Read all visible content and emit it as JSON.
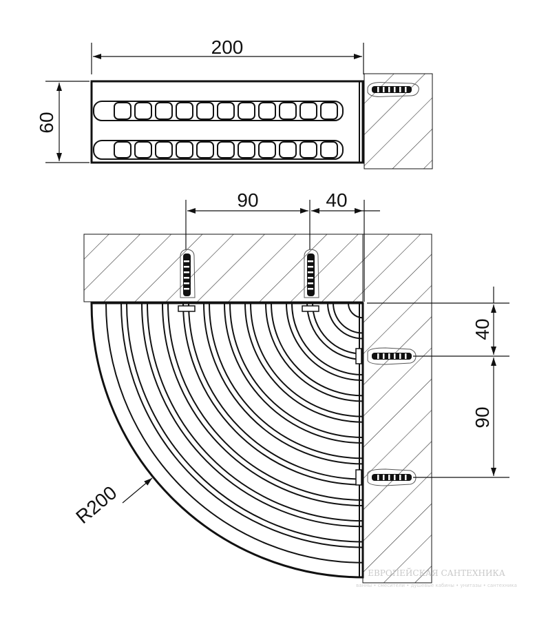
{
  "dimensions": {
    "side_width": "200",
    "side_height": "60",
    "top_spacing": "90",
    "top_offset": "40",
    "right_offset": "40",
    "right_spacing": "90",
    "radius": "R200"
  },
  "watermark": {
    "title": "ЕВРОПЕЙСКАЯ САНТЕХНИКА",
    "subtitle": "ванны • смесители • душевые кабины • унитазы • сантехника"
  },
  "colors": {
    "line": "#111111",
    "hatch": "#333333",
    "background": "#ffffff",
    "watermark": "#c9c9c9"
  }
}
